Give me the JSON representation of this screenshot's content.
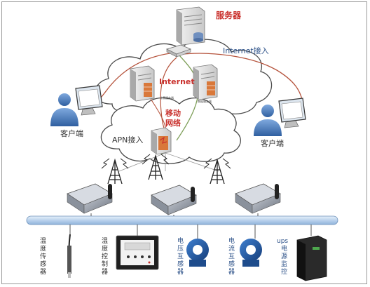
{
  "labels": {
    "server": "服务器",
    "internet_access": "Internet接入",
    "internet": "Internet",
    "mobile_network": [
      "移动",
      "网络"
    ],
    "apn_access": "APN接入",
    "client_left": "客户端",
    "client_right": "客户端",
    "server_small_1": "计费服务器",
    "server_small_2": "数据服务器"
  },
  "sensors": [
    {
      "id": "temp-sensor",
      "label": [
        "温",
        "度",
        "传",
        "感",
        "器"
      ]
    },
    {
      "id": "temp-controller",
      "label": [
        "温",
        "度",
        "控",
        "制",
        "器"
      ]
    },
    {
      "id": "voltage-transformer",
      "label": [
        "电",
        "压",
        "互",
        "感",
        "器"
      ]
    },
    {
      "id": "current-transformer",
      "label": [
        "电",
        "流",
        "互",
        "感",
        "器"
      ]
    },
    {
      "id": "ups-control",
      "label": [
        "ups",
        "电",
        "源",
        "监",
        "控"
      ]
    }
  ],
  "colors": {
    "cloud_stroke": "#4a4a4a",
    "link_red": "#b5533c",
    "link_green": "#7f9f5a",
    "label_red": "#c9302c",
    "bus_blue": "#cfe1f3"
  }
}
